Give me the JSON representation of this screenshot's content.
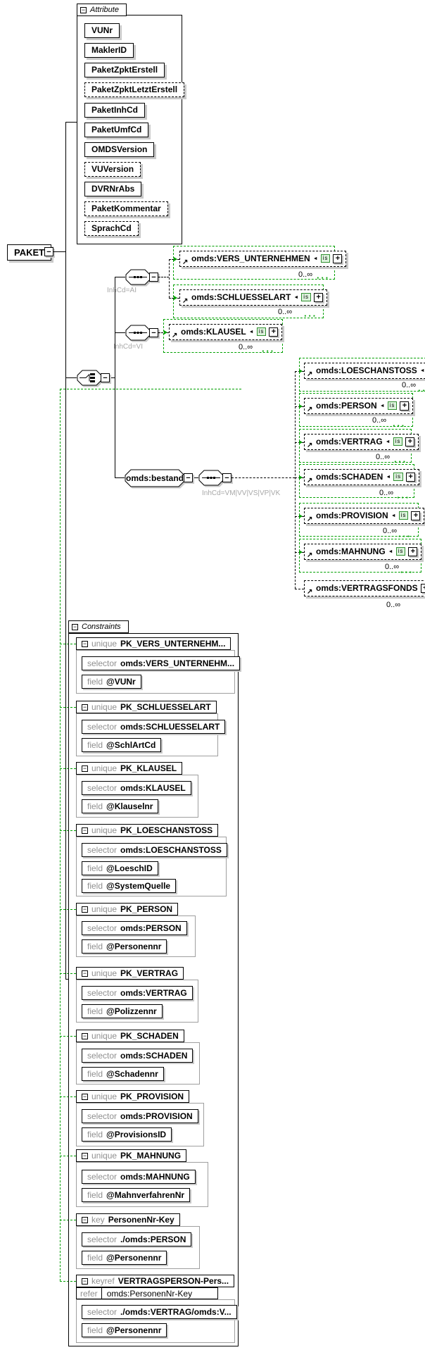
{
  "colors": {
    "occurrence_green": "#00a000",
    "shadow_gray": "#c9c9c9",
    "badge_green_bg": "#dcf3dc",
    "badge_green_border": "#2f8f2f"
  },
  "icons": {
    "collapse": "−",
    "expand": "+",
    "ref_arrow": "↗",
    "subst_arrow": "◄",
    "is_badge": "is",
    "repeat_dots": "···"
  },
  "labels": {
    "selector": "selector",
    "field": "field",
    "refer": "refer"
  },
  "root": {
    "name": "PAKET"
  },
  "attribute_section": {
    "title": "Attribute",
    "attributes": [
      {
        "name": "VUNr",
        "optional": false
      },
      {
        "name": "MaklerID",
        "optional": false
      },
      {
        "name": "PaketZpktErstell",
        "optional": false
      },
      {
        "name": "PaketZpktLetztErstell",
        "optional": true
      },
      {
        "name": "PaketInhCd",
        "optional": false
      },
      {
        "name": "PaketUmfCd",
        "optional": false
      },
      {
        "name": "OMDSVersion",
        "optional": false
      },
      {
        "name": "VUVersion",
        "optional": true
      },
      {
        "name": "DVRNrAbs",
        "optional": false
      },
      {
        "name": "PaketKommentar",
        "optional": true
      },
      {
        "name": "SprachCd",
        "optional": true
      }
    ]
  },
  "groups": {
    "seq_ai": {
      "caption": "InhCd=AI",
      "elements": [
        {
          "name": "omds:VERS_UNTERNEHMEN",
          "occurs": "0..∞"
        },
        {
          "name": "omds:SCHLUESSELART",
          "occurs": "0..∞"
        }
      ]
    },
    "seq_vi": {
      "caption": "InhCd=VI",
      "elements": [
        {
          "name": "omds:KLAUSEL",
          "occurs": "0..∞"
        }
      ]
    },
    "bestand": {
      "name": "omds:bestand",
      "caption": "InhCd=VM|VV|VS|VP|VK",
      "elements": [
        {
          "name": "omds:LOESCHANSTOSS",
          "occurs": "0..∞"
        },
        {
          "name": "omds:PERSON",
          "occurs": "0..∞"
        },
        {
          "name": "omds:VERTRAG",
          "occurs": "0..∞"
        },
        {
          "name": "omds:SCHADEN",
          "occurs": "0..∞"
        },
        {
          "name": "omds:PROVISION",
          "occurs": "0..∞"
        },
        {
          "name": "omds:MAHNUNG",
          "occurs": "0..∞"
        },
        {
          "name": "omds:VERTRAGSFONDS",
          "occurs": "0..∞"
        }
      ]
    }
  },
  "constraints_section": {
    "title": "Constraints",
    "constraints": [
      {
        "kind": "unique",
        "name": "PK_VERS_UNTERNEHM...",
        "selector": "omds:VERS_UNTERNEHM...",
        "fields": [
          "@VUNr"
        ]
      },
      {
        "kind": "unique",
        "name": "PK_SCHLUESSELART",
        "selector": "omds:SCHLUESSELART",
        "fields": [
          "@SchlArtCd"
        ]
      },
      {
        "kind": "unique",
        "name": "PK_KLAUSEL",
        "selector": "omds:KLAUSEL",
        "fields": [
          "@Klauselnr"
        ]
      },
      {
        "kind": "unique",
        "name": "PK_LOESCHANSTOSS",
        "selector": "omds:LOESCHANSTOSS",
        "fields": [
          "@LoeschID",
          "@SystemQuelle"
        ]
      },
      {
        "kind": "unique",
        "name": "PK_PERSON",
        "selector": "omds:PERSON",
        "fields": [
          "@Personennr"
        ]
      },
      {
        "kind": "unique",
        "name": "PK_VERTRAG",
        "selector": "omds:VERTRAG",
        "fields": [
          "@Polizzennr"
        ]
      },
      {
        "kind": "unique",
        "name": "PK_SCHADEN",
        "selector": "omds:SCHADEN",
        "fields": [
          "@Schadennr"
        ]
      },
      {
        "kind": "unique",
        "name": "PK_PROVISION",
        "selector": "omds:PROVISION",
        "fields": [
          "@ProvisionsID"
        ]
      },
      {
        "kind": "unique",
        "name": "PK_MAHNUNG",
        "selector": "omds:MAHNUNG",
        "fields": [
          "@MahnverfahrenNr"
        ]
      },
      {
        "kind": "key",
        "name": "PersonenNr-Key",
        "selector": "./omds:PERSON",
        "fields": [
          "@Personennr"
        ]
      },
      {
        "kind": "keyref",
        "name": "VERTRAGSPERSON-Pers...",
        "refer": "omds:PersonenNr-Key",
        "selector": "./omds:VERTRAG/omds:V...",
        "fields": [
          "@Personennr"
        ]
      }
    ]
  }
}
